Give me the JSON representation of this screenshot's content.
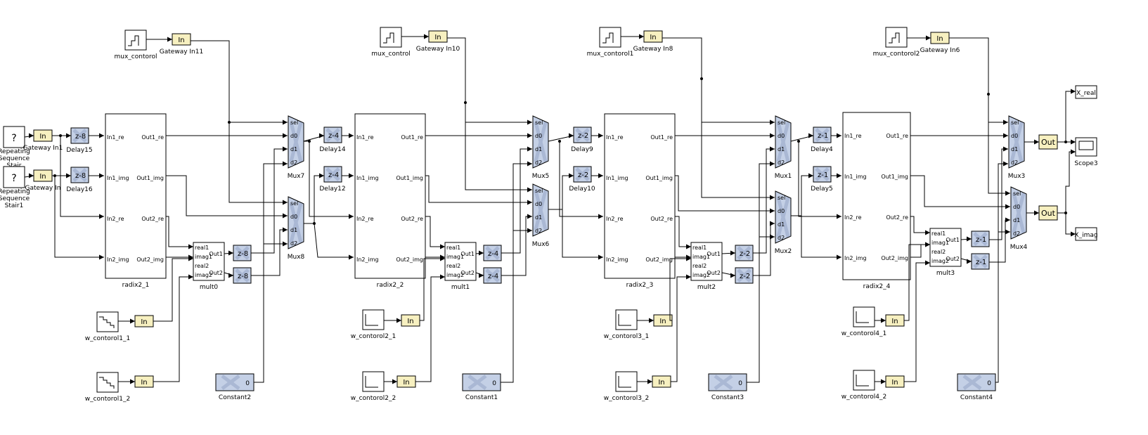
{
  "colors": {
    "gateway": "#f7f0c0",
    "xblock": "#c4d0e6",
    "wire": "#000000"
  },
  "sources": [
    {
      "name": "mux-source-1",
      "label": "mux_contorol",
      "icon": "stair-step-icon"
    },
    {
      "name": "mux-source-2",
      "label": "mux_control",
      "icon": "stair-step-icon"
    },
    {
      "name": "mux-source-3",
      "label": "mux_contorol1",
      "icon": "stair-step-icon"
    },
    {
      "name": "mux-source-4",
      "label": "mux_contorol2",
      "icon": "stair-step-icon"
    },
    {
      "name": "w-source-1-1",
      "label": "w_contorol1_1",
      "icon": "stair-down-icon"
    },
    {
      "name": "w-source-1-2",
      "label": "w_contorol1_2",
      "icon": "stair-down-icon"
    },
    {
      "name": "w-source-2-1",
      "label": "w_contorol2_1",
      "icon": "step-icon"
    },
    {
      "name": "w-source-2-2",
      "label": "w_contorol2_2",
      "icon": "step-icon"
    },
    {
      "name": "w-source-3-1",
      "label": "w_contorol3_1",
      "icon": "step-icon"
    },
    {
      "name": "w-source-3-2",
      "label": "w_contorol3_2",
      "icon": "step-icon"
    },
    {
      "name": "w-source-4-1",
      "label": "w_contorol4_1",
      "icon": "step-icon"
    },
    {
      "name": "w-source-4-2",
      "label": "w_contorol4_2",
      "icon": "step-icon"
    }
  ],
  "repeating": [
    {
      "name": "repeating-sequence-stair",
      "label": "Repeating Sequence Stair",
      "glyph": "?"
    },
    {
      "name": "repeating-sequence-stair1",
      "label": "Repeating Sequence Stair1",
      "glyph": "?"
    }
  ],
  "gateways": {
    "in_text": "In",
    "out_text": "Out",
    "named": [
      {
        "name": "gateway-in11",
        "label": "Gateway In11"
      },
      {
        "name": "gateway-in10",
        "label": "Gateway In10"
      },
      {
        "name": "gateway-in8",
        "label": "Gateway In8"
      },
      {
        "name": "gateway-in6",
        "label": "Gateway In6"
      },
      {
        "name": "gateway-in1",
        "label": "Gateway In1"
      },
      {
        "name": "gateway-in",
        "label": "Gateway In"
      }
    ]
  },
  "delays": [
    {
      "name": "delay15",
      "label": "Delay15",
      "value": "z-8"
    },
    {
      "name": "delay16",
      "label": "Delay16",
      "value": "z-8"
    },
    {
      "name": "delay14",
      "label": "Delay14",
      "value": "z-4"
    },
    {
      "name": "delay12",
      "label": "Delay12",
      "value": "z-4"
    },
    {
      "name": "delay9",
      "label": "Delay9",
      "value": "z-2"
    },
    {
      "name": "delay10",
      "label": "Delay10",
      "value": "z-2"
    },
    {
      "name": "delay4",
      "label": "Delay4",
      "value": "z-1"
    },
    {
      "name": "delay5",
      "label": "Delay5",
      "value": "z-1"
    }
  ],
  "delays_unlabeled": {
    "d8": "z-8",
    "d4": "z-4",
    "d2": "z-2",
    "d1": "z-1"
  },
  "muxes": [
    {
      "name": "mux7",
      "label": "Mux7"
    },
    {
      "name": "mux8",
      "label": "Mux8"
    },
    {
      "name": "mux5",
      "label": "Mux5"
    },
    {
      "name": "mux6",
      "label": "Mux6"
    },
    {
      "name": "mux1",
      "label": "Mux1"
    },
    {
      "name": "mux2",
      "label": "Mux2"
    },
    {
      "name": "mux3",
      "label": "Mux3"
    },
    {
      "name": "mux4",
      "label": "Mux4"
    }
  ],
  "mux_ports": [
    "sel",
    "d0",
    "d1",
    "d2"
  ],
  "radix": [
    {
      "name": "radix2-1",
      "label": "radix2_1"
    },
    {
      "name": "radix2-2",
      "label": "radix2_2"
    },
    {
      "name": "radix2-3",
      "label": "radix2_3"
    },
    {
      "name": "radix2-4",
      "label": "radix2_4"
    }
  ],
  "radix_in_ports": [
    "In1_re",
    "In1_img",
    "In2_re",
    "In2_img"
  ],
  "radix_out_ports": [
    "Out1_re",
    "Out1_img",
    "Out2_re",
    "Out2_img"
  ],
  "mults": [
    {
      "name": "mult0",
      "label": "mult0"
    },
    {
      "name": "mult1",
      "label": "mult1"
    },
    {
      "name": "mult2",
      "label": "mult2"
    },
    {
      "name": "mult3",
      "label": "mult3"
    }
  ],
  "mult_in_ports": [
    "real1",
    "imag1",
    "real2",
    "imag2"
  ],
  "mult_out_ports": [
    "Out1",
    "Out2"
  ],
  "constants": [
    {
      "name": "constant2",
      "label": "Constant2",
      "value": "0"
    },
    {
      "name": "constant1",
      "label": "Constant1",
      "value": "0"
    },
    {
      "name": "constant3",
      "label": "Constant3",
      "value": "0"
    },
    {
      "name": "constant4",
      "label": "Constant4",
      "value": "0"
    }
  ],
  "outputs": {
    "x_real": "X_real",
    "x_imag": "X_imag",
    "scope": "Scope3"
  }
}
